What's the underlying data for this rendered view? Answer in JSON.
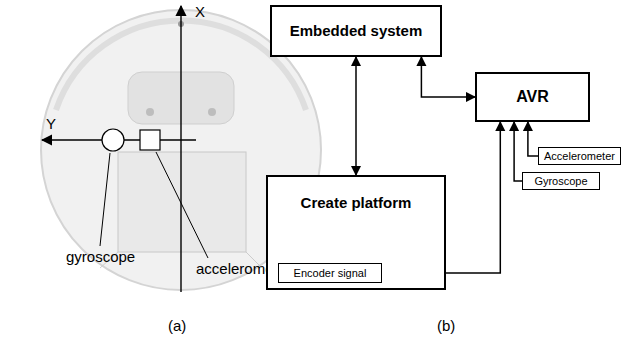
{
  "diagram": {
    "nodes": [
      {
        "text": [
          "Embedded system"
        ]
      },
      {
        "text": [
          "AVR"
        ]
      },
      {
        "text": [
          "Create platform"
        ]
      },
      {
        "text": [
          "Encoder signal"
        ],
        "in": 2
      },
      {
        "text": [
          "Accelerometer"
        ]
      },
      {
        "text": [
          "Gyroscope"
        ]
      }
    ],
    "edges": [
      {
        "from": 0,
        "to": 1,
        "arrow": "both"
      },
      {
        "from": 0,
        "to": 2,
        "arrow": "both"
      },
      {
        "from": 3,
        "to": 1,
        "arrow": "to"
      },
      {
        "from": 5,
        "to": 1,
        "arrow": "to"
      },
      {
        "from": 4,
        "to": 1,
        "arrow": "to"
      }
    ],
    "labels": [
      "X",
      "Y",
      "gyroscope",
      "accelerometer",
      "(a)",
      "(b)"
    ]
  }
}
